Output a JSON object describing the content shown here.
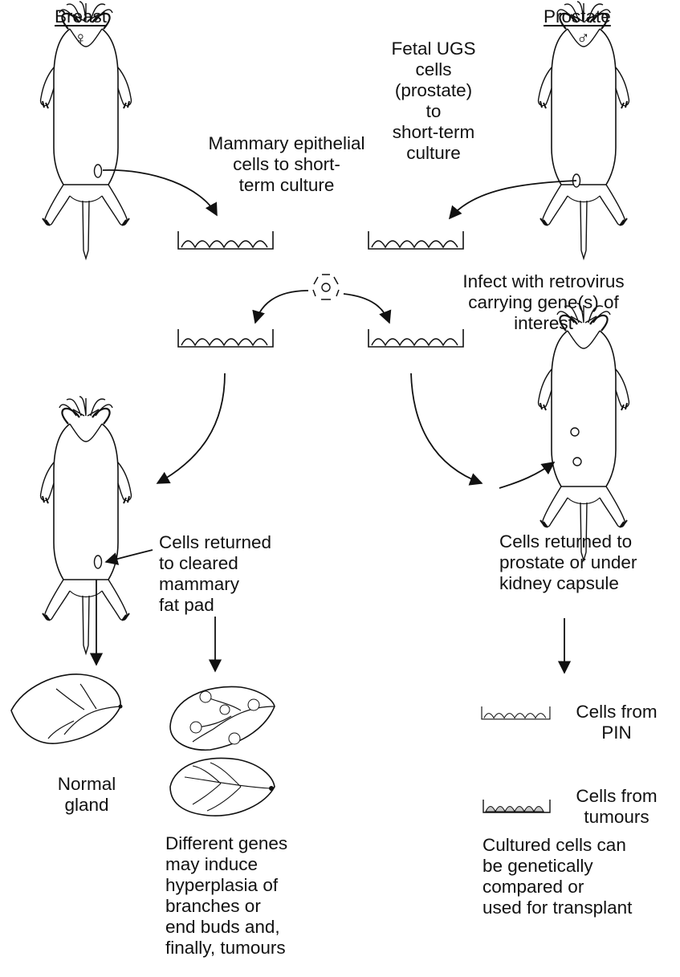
{
  "headers": {
    "breast": "Breast",
    "breast_symbol": "♀",
    "prostate": "Prostate",
    "prostate_symbol": "♂"
  },
  "steps": {
    "mammary_culture": "Mammary epithelial\ncells to short-\nterm culture",
    "fetal_ugs": "Fetal UGS\ncells\n(prostate)\nto\nshort-term\nculture",
    "infect": "Infect with retrovirus\ncarrying gene(s) of\ninterest",
    "returned_fat_pad": "Cells returned\nto cleared\nmammary\nfat pad",
    "returned_prostate": "Cells returned to\nprostate or under\nkidney capsule"
  },
  "outcomes": {
    "normal_gland": "Normal\ngland",
    "hyperplasia": "Different genes\nmay induce\nhyperplasia of\nbranches or\nend buds and,\nfinally, tumours",
    "cells_pin": "Cells from\nPIN",
    "cells_tumours": "Cells from\ntumours",
    "cultured": "Cultured cells can\nbe genetically\ncompared or\nused for transplant"
  },
  "colors": {
    "ink": "#111111",
    "tumour_fill": "#c8c8c8"
  },
  "icons": [
    "mouse-female-icon",
    "mouse-male-icon",
    "culture-dish-icon",
    "retrovirus-icon",
    "mammary-gland-icon"
  ]
}
